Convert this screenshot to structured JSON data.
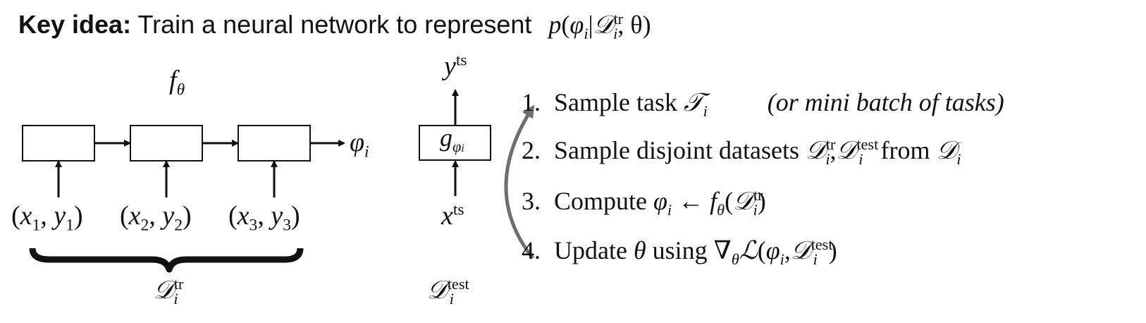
{
  "heading": {
    "bold": "Key idea:",
    "text": "Train a neural network to represent",
    "expr_p": "p",
    "expr_paren_open": "(",
    "expr_phi": "φ",
    "expr_i": "i",
    "expr_bar": "|",
    "expr_D": "𝒟",
    "expr_sup": "tr",
    "expr_sub": "i",
    "expr_rest": ", θ)"
  },
  "learner": {
    "label": "fθ",
    "label_f": "f",
    "label_theta": "θ",
    "output_phi": "φ",
    "output_i": "i",
    "inputs": [
      {
        "x": "x",
        "xs": "1",
        "y": "y",
        "ys": "1"
      },
      {
        "x": "x",
        "xs": "2",
        "y": "y",
        "ys": "2"
      },
      {
        "x": "x",
        "xs": "3",
        "y": "y",
        "ys": "3"
      }
    ],
    "dataset_D": "𝒟",
    "dataset_sup": "tr",
    "dataset_sub": "i"
  },
  "predictor": {
    "g": "g",
    "g_phi": "φ",
    "g_i": "i",
    "output_y": "y",
    "output_sup": "ts",
    "input_x": "x",
    "input_sup": "ts",
    "dataset_D": "𝒟",
    "dataset_sup": "test",
    "dataset_sub": "i"
  },
  "steps": {
    "s1_num": "1.",
    "s1_text": "Sample task",
    "s1_T": "𝒯",
    "s1_i": "i",
    "s1_note": "(or mini batch of tasks)",
    "s2_num": "2.",
    "s2_text": "Sample disjoint datasets",
    "s2_D1": "𝒟",
    "s2_sup1": "tr",
    "s2_sub1": "i",
    "s2_comma": ",",
    "s2_D2": "𝒟",
    "s2_sup2": "test",
    "s2_sub2": "i",
    "s2_from": "from",
    "s2_D3": "𝒟",
    "s2_sub3": "i",
    "s3_num": "3.",
    "s3_text": "Compute",
    "s3_phi": "φ",
    "s3_i": "i",
    "s3_arrow": "←",
    "s3_f": "f",
    "s3_theta": "θ",
    "s3_open": "(",
    "s3_D": "𝒟",
    "s3_sup": "tr",
    "s3_sub": "i",
    "s3_close": ")",
    "s4_num": "4.",
    "s4_text": "Update",
    "s4_theta": "θ",
    "s4_using": "using",
    "s4_nabla": "∇",
    "s4_ntheta": "θ",
    "s4_L": "ℒ",
    "s4_open": "(",
    "s4_phi": "φ",
    "s4_i": "i",
    "s4_comma": ",",
    "s4_D": "𝒟",
    "s4_sup": "test",
    "s4_sub": "i",
    "s4_close": ")"
  },
  "colors": {
    "ink": "#111111",
    "loop_arrow": "#6e6e6e"
  }
}
